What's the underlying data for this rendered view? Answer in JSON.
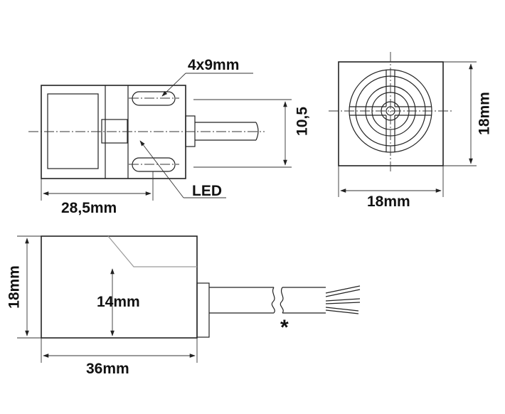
{
  "diagram": {
    "labels": {
      "slot": "4x9mm",
      "height_small": "10,5",
      "led": "LED",
      "length_front": "28,5mm",
      "face_height": "18mm",
      "face_width": "18mm",
      "side_height": "18mm",
      "inner_height": "14mm",
      "total_length": "36mm",
      "note_mark": "*"
    }
  }
}
